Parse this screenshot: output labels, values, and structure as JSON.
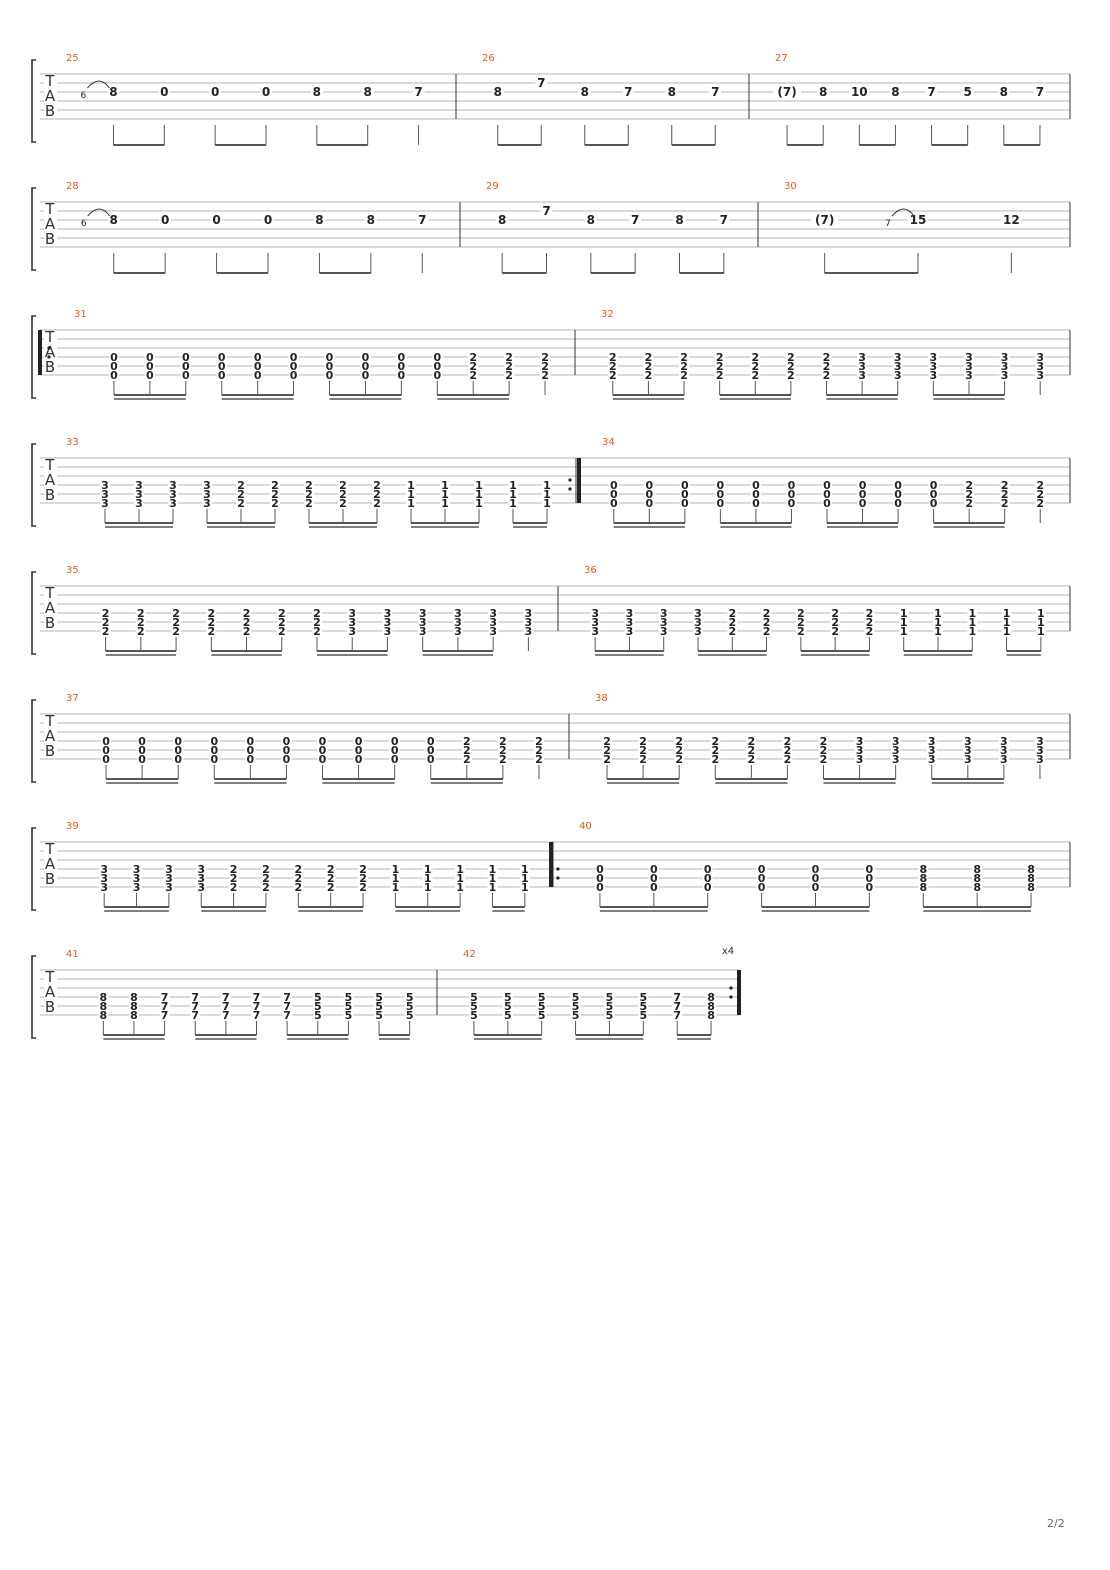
{
  "page": {
    "number": "2/2"
  },
  "tab_clef": [
    "T",
    "A",
    "B"
  ],
  "repeat_count": "x4",
  "colors": {
    "measure_number": "#e05a1c",
    "staff_line": "#b5b5b5",
    "ink": "#222222"
  },
  "systems": [
    {
      "label": "system-1",
      "measures": [
        {
          "number": "25",
          "events": [
            {
              "s": 3,
              "f": "8",
              "grace": "6"
            },
            {
              "s": 3,
              "f": "0"
            },
            {
              "s": 3,
              "f": "0"
            },
            {
              "s": 3,
              "f": "0"
            },
            {
              "s": 3,
              "f": "8"
            },
            {
              "s": 3,
              "f": "8"
            },
            {
              "s": 3,
              "f": "7"
            }
          ]
        },
        {
          "number": "26",
          "events": [
            {
              "s": 3,
              "f": "8"
            },
            {
              "s": 2,
              "f": "7"
            },
            {
              "s": 3,
              "f": "8"
            },
            {
              "s": 3,
              "f": "7"
            },
            {
              "s": 3,
              "f": "8"
            },
            {
              "s": 3,
              "f": "7"
            }
          ]
        },
        {
          "number": "27",
          "events": [
            {
              "s": 3,
              "f": "(7)"
            },
            {
              "s": 3,
              "f": "8"
            },
            {
              "s": 3,
              "f": "10"
            },
            {
              "s": 3,
              "f": "8"
            },
            {
              "s": 3,
              "f": "7"
            },
            {
              "s": 3,
              "f": "5"
            },
            {
              "s": 3,
              "f": "8"
            },
            {
              "s": 3,
              "f": "7"
            }
          ]
        }
      ]
    },
    {
      "label": "system-2",
      "measures": [
        {
          "number": "28",
          "events": [
            {
              "s": 3,
              "f": "8",
              "grace": "6"
            },
            {
              "s": 3,
              "f": "0"
            },
            {
              "s": 3,
              "f": "0"
            },
            {
              "s": 3,
              "f": "0"
            },
            {
              "s": 3,
              "f": "8"
            },
            {
              "s": 3,
              "f": "8"
            },
            {
              "s": 3,
              "f": "7"
            }
          ]
        },
        {
          "number": "29",
          "events": [
            {
              "s": 3,
              "f": "8"
            },
            {
              "s": 2,
              "f": "7"
            },
            {
              "s": 3,
              "f": "8"
            },
            {
              "s": 3,
              "f": "7"
            },
            {
              "s": 3,
              "f": "8"
            },
            {
              "s": 3,
              "f": "7"
            }
          ]
        },
        {
          "number": "30",
          "events": [
            {
              "s": 3,
              "f": "(7)"
            },
            {
              "s": 3,
              "f": "15",
              "grace": "7"
            },
            {
              "s": 3,
              "f": "12"
            }
          ]
        }
      ]
    },
    {
      "label": "system-3",
      "measures": [
        {
          "number": "31",
          "chords": [
            "000",
            "000",
            "000",
            "000",
            "000",
            "000",
            "000",
            "000",
            "000",
            "000",
            "222",
            "222",
            "222"
          ]
        },
        {
          "number": "32",
          "chords": [
            "222",
            "222",
            "222",
            "222",
            "222",
            "222",
            "222",
            "333",
            "333",
            "333",
            "333",
            "333",
            "333"
          ]
        }
      ]
    },
    {
      "label": "system-4",
      "measures": [
        {
          "number": "33",
          "chords": [
            "333",
            "333",
            "333",
            "333",
            "222",
            "222",
            "222",
            "222",
            "222",
            "111",
            "111",
            "111",
            "111",
            "111"
          ]
        },
        {
          "number": "34",
          "chords": [
            "000",
            "000",
            "000",
            "000",
            "000",
            "000",
            "000",
            "000",
            "000",
            "000",
            "222",
            "222",
            "222"
          ]
        }
      ]
    },
    {
      "label": "system-5",
      "measures": [
        {
          "number": "35",
          "chords": [
            "222",
            "222",
            "222",
            "222",
            "222",
            "222",
            "222",
            "333",
            "333",
            "333",
            "333",
            "333",
            "333"
          ]
        },
        {
          "number": "36",
          "chords": [
            "333",
            "333",
            "333",
            "333",
            "222",
            "222",
            "222",
            "222",
            "222",
            "111",
            "111",
            "111",
            "111",
            "111"
          ]
        }
      ]
    },
    {
      "label": "system-6",
      "measures": [
        {
          "number": "37",
          "chords": [
            "000",
            "000",
            "000",
            "000",
            "000",
            "000",
            "000",
            "000",
            "000",
            "000",
            "222",
            "222",
            "222"
          ]
        },
        {
          "number": "38",
          "chords": [
            "222",
            "222",
            "222",
            "222",
            "222",
            "222",
            "222",
            "333",
            "333",
            "333",
            "333",
            "333",
            "333"
          ]
        }
      ]
    },
    {
      "label": "system-7",
      "measures": [
        {
          "number": "39",
          "chords": [
            "333",
            "333",
            "333",
            "333",
            "222",
            "222",
            "222",
            "222",
            "222",
            "111",
            "111",
            "111",
            "111",
            "111"
          ]
        },
        {
          "number": "40",
          "chords": [
            "000",
            "000",
            "000",
            "000",
            "000",
            "000",
            "888",
            "888",
            "888"
          ]
        }
      ]
    },
    {
      "label": "system-8",
      "measures": [
        {
          "number": "41",
          "chords": [
            "888",
            "888",
            "777",
            "777",
            "777",
            "777",
            "777",
            "555",
            "555",
            "555",
            "555"
          ]
        },
        {
          "number": "42",
          "chords": [
            "555",
            "555",
            "555",
            "555",
            "555",
            "555",
            "777",
            "888"
          ]
        }
      ]
    }
  ]
}
